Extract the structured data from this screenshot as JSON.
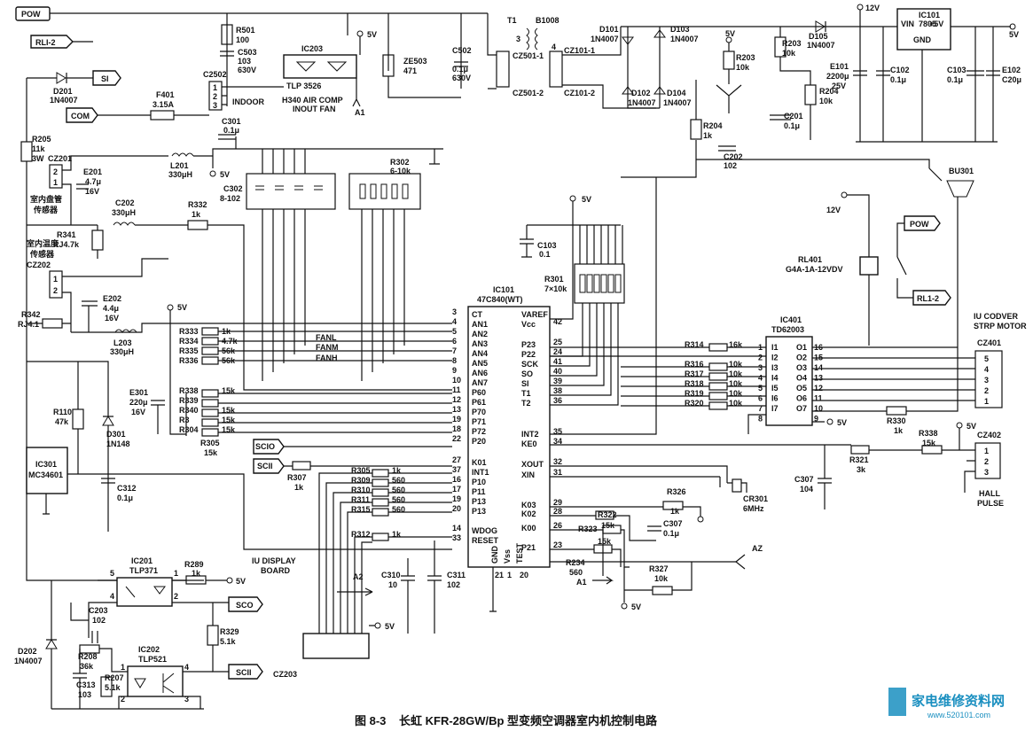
{
  "caption": {
    "figure_no": "图 8-3",
    "title": "长虹 KFR-28GW/Bp 型变频空调器室内机控制电路"
  },
  "watermark": {
    "site": "家电维修资料网",
    "url": "www.520101.com"
  },
  "terminals": {
    "pow": "POW",
    "rl1": "RLI-2",
    "si": "SI",
    "com": "COM",
    "sci1": "SCIO",
    "sci2": "SCII",
    "sco": "SCO",
    "scii3": "SCII",
    "pow2": "POW",
    "rl12": "RL1-2",
    "a1": "A1",
    "a2": "A2",
    "az": "AZ"
  },
  "supplies": {
    "v5a": "5V",
    "v5b": "5V",
    "v5c": "5V",
    "v5d": "5V",
    "v5e": "5V",
    "v5f": "5V",
    "v5g": "5V",
    "v5h": "5V",
    "v5i": "5V",
    "v5j": "5V",
    "v12a": "12V",
    "v12b": "12V",
    "v5out": "5V"
  },
  "top": {
    "r501": "R501",
    "r501v": "100",
    "c503": "C503",
    "c503v": "103",
    "c503u": "630V",
    "ic203": "IC203",
    "tlp3526": "TLP 3526",
    "h340": "H340 AIR COMP",
    "inout": "INOUT FAN",
    "c2502": "C2502",
    "indoor": "INDOOR",
    "ze503": "ZE503",
    "ze503v": "471",
    "c502": "C502",
    "c502v": "0.1μ",
    "c502u": "630V",
    "t1": "T1",
    "b1008": "B1008",
    "cz5011": "CZ501-1",
    "cz5012": "CZ501-2",
    "cz1011": "CZ101-1",
    "cz1012": "CZ101-2",
    "d101": "D101",
    "d101v": "1N4007",
    "d102": "D102",
    "d102v": "1N4007",
    "d103": "D103",
    "d103v": "1N4007",
    "d104": "D104",
    "d104v": "1N4007",
    "d105": "D105",
    "d105v": "1N4007",
    "r203": "R203",
    "r203v": "10k",
    "r203b": "R203",
    "r203bv": "10k",
    "r204": "R204",
    "r204v": "1k",
    "r204b": "R204",
    "r204bv": "10k",
    "c201": "C201",
    "c201v": "0.1μ",
    "c202": "C202",
    "c202v": "102",
    "ic101": "IC101",
    "ic101v": "7805",
    "vin": "VIN",
    "plus5": "+5V",
    "gnd": "GND",
    "e101": "E101",
    "e101v": "2200μ",
    "e101u": "25V",
    "c102": "C102",
    "c102v": "0.1μ",
    "c103": "C103",
    "c103v": "0.1μ",
    "e102": "E102",
    "e102v": "C20μ",
    "d201": "D201",
    "d201v": "1N4007",
    "f401": "F401",
    "f401v": "3.15A"
  },
  "left": {
    "r205": "R205",
    "r205v": "11k",
    "r205u": "3W",
    "cz201": "CZ201",
    "e201": "E201",
    "e201v": "4.7μ",
    "e201u": "16V",
    "indoor_pipe_1": "室内盘管",
    "indoor_pipe_2": "传感器",
    "c202b": "C202",
    "c202bv": "330μH",
    "r341": "R341",
    "r341v": "RJ4.7k",
    "room_temp_1": "室内温度",
    "room_temp_2": "传感器",
    "cz202": "CZ202",
    "e202": "E202",
    "e202v": "4.4μ",
    "e202u": "16V",
    "r342": "R342",
    "r342v": "RJ4.1",
    "l201": "L201",
    "l201v": "330μH",
    "l203": "L203",
    "l203v": "330μH",
    "c301": "C301",
    "c301v": "0.1μ",
    "c302": "C302",
    "c302v": "8-102",
    "r302": "R302",
    "r302v": "6-10k",
    "r332": "R332",
    "r332v": "1k",
    "r333": "R333",
    "r333v": "1k",
    "r334": "R334",
    "r334v": "4.7k",
    "r335": "R335",
    "r335v": "56k",
    "r336": "R336",
    "r336v": "56k",
    "fanl": "FANL",
    "fanm": "FANM",
    "fanh": "FANH",
    "e301": "E301",
    "e301v": "220μ",
    "e301u": "16V",
    "r338": "R338",
    "r338v": "15k",
    "r339": "R339",
    "r340": "R340",
    "r340v": "15k",
    "r3xx": "R3",
    "r3xxv": "15k",
    "r304": "R304",
    "r304v": "15k",
    "r305": "R305",
    "r305v": "15k",
    "r110": "R110",
    "r110v": "47k",
    "d301": "D301",
    "d301v": "1N148",
    "ic301": "IC301",
    "ic301v": "MC34601",
    "c312": "C312",
    "c312v": "0.1μ",
    "r307": "R307",
    "r307v": "1k"
  },
  "mcu": {
    "ic": "IC101",
    "part": "47C840(WT)",
    "left_pins": [
      {
        "n": "3",
        "name": "CT"
      },
      {
        "n": "4",
        "name": "AN1"
      },
      {
        "n": "5",
        "name": "AN2"
      },
      {
        "n": "6",
        "name": "AN3"
      },
      {
        "n": "7",
        "name": "AN4"
      },
      {
        "n": "8",
        "name": "AN5"
      },
      {
        "n": "9",
        "name": "AN6"
      },
      {
        "n": "10",
        "name": "AN7"
      },
      {
        "n": "11",
        "name": "P60"
      },
      {
        "n": "12",
        "name": "P61"
      },
      {
        "n": "13",
        "name": "P70"
      },
      {
        "n": "19",
        "name": "P71"
      },
      {
        "n": "18",
        "name": "P72"
      },
      {
        "n": "22",
        "name": "P20"
      },
      {
        "n": "27",
        "name": "K01"
      },
      {
        "n": "37",
        "name": "INT1"
      },
      {
        "n": "16",
        "name": "P10"
      },
      {
        "n": "17",
        "name": "P11"
      },
      {
        "n": "19",
        "name": "P13"
      },
      {
        "n": "20",
        "name": "P13"
      },
      {
        "n": "14",
        "name": "WDOG"
      },
      {
        "n": "33",
        "name": "RESET"
      }
    ],
    "right_pins": [
      {
        "n": "",
        "name": "VAREF"
      },
      {
        "n": "42",
        "name": "Vcc"
      },
      {
        "n": "25",
        "name": "P23"
      },
      {
        "n": "24",
        "name": "P22"
      },
      {
        "n": "41",
        "name": "SCK"
      },
      {
        "n": "40",
        "name": "SO"
      },
      {
        "n": "39",
        "name": "SI"
      },
      {
        "n": "38",
        "name": "T1"
      },
      {
        "n": "36",
        "name": "T2"
      },
      {
        "n": "35",
        "name": "INT2"
      },
      {
        "n": "34",
        "name": "KE0"
      },
      {
        "n": "32",
        "name": "XOUT"
      },
      {
        "n": "31",
        "name": "XIN"
      },
      {
        "n": "29",
        "name": "K03"
      },
      {
        "n": "28",
        "name": "K02"
      },
      {
        "n": "26",
        "name": "K00"
      },
      {
        "n": "23",
        "name": "P21"
      }
    ],
    "bottom_pins": [
      {
        "n": "21",
        "name": "GND"
      },
      {
        "n": "1",
        "name": "Vss"
      },
      {
        "n": "20",
        "name": "TEST"
      }
    ]
  },
  "mid": {
    "c103": "C103",
    "c103v": "0.1",
    "r301": "R301",
    "r301v": "7×10k",
    "r305b": "R305",
    "r305bv": "1k",
    "r309": "R309",
    "r309v": "560",
    "r310": "R310",
    "r310v": "560",
    "r311": "R311",
    "r311v": "560",
    "r315": "R315",
    "r315v": "560",
    "r312": "R312",
    "r312v": "1k",
    "iu_display_1": "IU DISPLAY",
    "iu_display_2": "BOARD",
    "c310": "C310",
    "c310v": "10",
    "c311": "C311",
    "c311v": "102",
    "cz203": "CZ203"
  },
  "right": {
    "bu301": "BU301",
    "rl401": "RL401",
    "rl401v": "G4A-1A-12VDV",
    "ic401": "IC401",
    "ic401v": "TD62003",
    "iu_motor_1": "IU CODVER",
    "iu_motor_2": "STRP MOTOR",
    "cz401": "CZ401",
    "cz401_pins": [
      "5",
      "4",
      "3",
      "2",
      "1"
    ],
    "r314": "R314",
    "r314v": "16k",
    "r316": "R316",
    "r316v": "10k",
    "r317": "R317",
    "r317v": "10k",
    "r318": "R318",
    "r318v": "10k",
    "r319": "R319",
    "r319v": "10k",
    "r320": "R320",
    "r320v": "10k",
    "r330": "R330",
    "r330v": "1k",
    "r321": "R321",
    "r321v": "3k",
    "r338": "R338",
    "r338v": "15k",
    "c307": "C307",
    "c307v": "104",
    "cz402": "CZ402",
    "hall_1": "HALL",
    "hall_2": "PULSE",
    "r326": "R326",
    "r326v": "1k",
    "r322": "R322",
    "r322v": "15k",
    "r323": "R323",
    "r323v": "15k",
    "c307b": "C307",
    "c307bv": "0.1μ",
    "r234": "R234",
    "r234v": "560",
    "r327": "R327",
    "r327v": "10k",
    "cr301": "CR301",
    "cr301v": "6MHz"
  },
  "bottom": {
    "ic201": "IC201",
    "ic201v": "TLP371",
    "r289": "R289",
    "r289v": "1k",
    "c203": "C203",
    "c203v": "102",
    "r329": "R329",
    "r329v": "5.1k",
    "d202": "D202",
    "d202v": "1N4007",
    "r208": "R208",
    "r208v": "36k",
    "ic202": "IC202",
    "ic202v": "TLP521",
    "c313": "C313",
    "c313v": "103",
    "r207": "R207",
    "r207v": "5.1k"
  }
}
